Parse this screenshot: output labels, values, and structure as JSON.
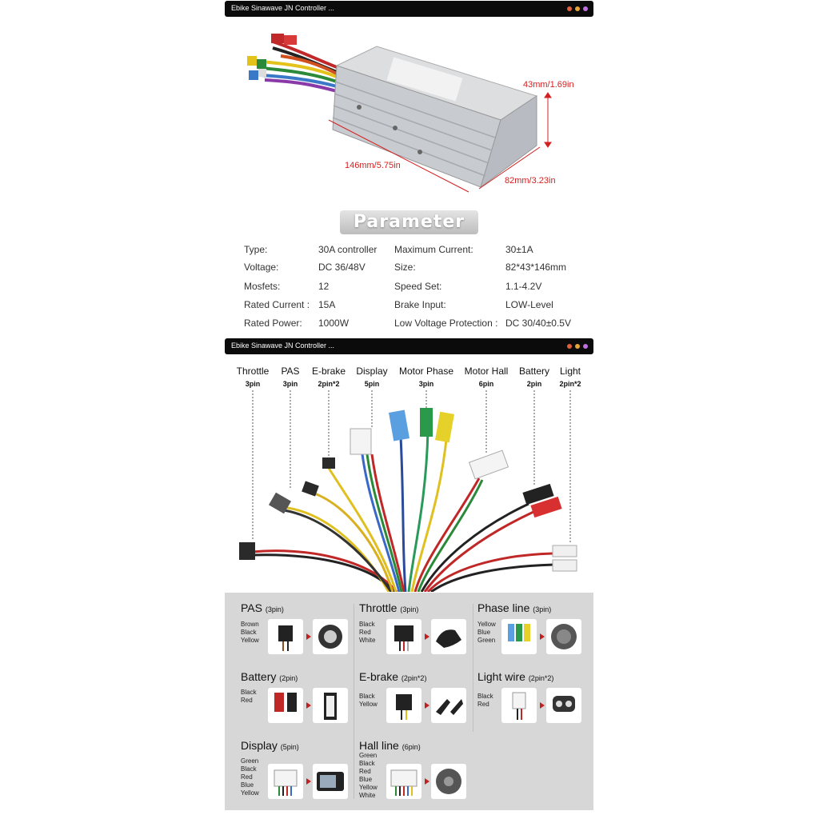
{
  "header": {
    "title": "Ebike Sinawave JN Controller ...",
    "dot_colors": [
      "#e0603a",
      "#e8a53a",
      "#c070e0"
    ]
  },
  "dimensions": {
    "height": "43mm/1.69in",
    "length": "146mm/5.75in",
    "width": "82mm/3.23in"
  },
  "parameter_title": "Parameter",
  "specs": [
    {
      "label": "Type:",
      "value": "30A controller",
      "label2": "Maximum Current:",
      "value2": "30±1A"
    },
    {
      "label": "Voltage:",
      "value": "DC 36/48V",
      "label2": "Size:",
      "value2": "82*43*146mm"
    },
    {
      "label": "Mosfets:",
      "value": "12",
      "label2": "Speed Set:",
      "value2": "1.1-4.2V"
    },
    {
      "label": "Rated Current :",
      "value": "15A",
      "label2": "Brake Input:",
      "value2": "LOW-Level"
    },
    {
      "label": "Rated Power:",
      "value": "1000W",
      "label2": "Low Voltage Protection :",
      "value2": "DC 30/40±0.5V"
    }
  ],
  "connectors": [
    {
      "name": "Throttle",
      "pins": "3pin"
    },
    {
      "name": "PAS",
      "pins": "3pin"
    },
    {
      "name": "E-brake",
      "pins": "2pin*2"
    },
    {
      "name": "Display",
      "pins": "5pin"
    },
    {
      "name": "Motor Phase",
      "pins": "3pin"
    },
    {
      "name": "Motor Hall",
      "pins": "6pin"
    },
    {
      "name": "Battery",
      "pins": "2pin"
    },
    {
      "name": "Light",
      "pins": "2pin*2"
    }
  ],
  "wiring": [
    {
      "title": "PAS",
      "pins": "(3pin)",
      "colors": [
        "Brown",
        "Black",
        "Yellow"
      ],
      "device": "pas-sensor-icon"
    },
    {
      "title": "Throttle",
      "pins": "(3pin)",
      "colors": [
        "Black",
        "Red",
        "White"
      ],
      "device": "throttle-icon"
    },
    {
      "title": "Phase line",
      "pins": "(3pin)",
      "colors": [
        "Yellow",
        "Blue",
        "Green"
      ],
      "device": "motor-icon"
    },
    {
      "title": "Battery",
      "pins": "(2pin)",
      "colors": [
        "Black",
        "Red"
      ],
      "device": "battery-icon"
    },
    {
      "title": "E-brake",
      "pins": "(2pin*2)",
      "colors": [
        "Black",
        "Yellow"
      ],
      "device": "brake-lever-icon"
    },
    {
      "title": "Light wire",
      "pins": "(2pin*2)",
      "colors": [
        "Black",
        "Red"
      ],
      "device": "headlight-icon"
    },
    {
      "title": "Display",
      "pins": "(5pin)",
      "colors": [
        "Green",
        "Black",
        "Red",
        "Blue",
        "Yellow"
      ],
      "device": "display-icon"
    },
    {
      "title": "Hall line",
      "pins": "(6pin)",
      "colors": [
        "Green",
        "Black",
        "Red",
        "Blue",
        "Yellow",
        "White"
      ],
      "device": "hub-motor-icon"
    }
  ]
}
